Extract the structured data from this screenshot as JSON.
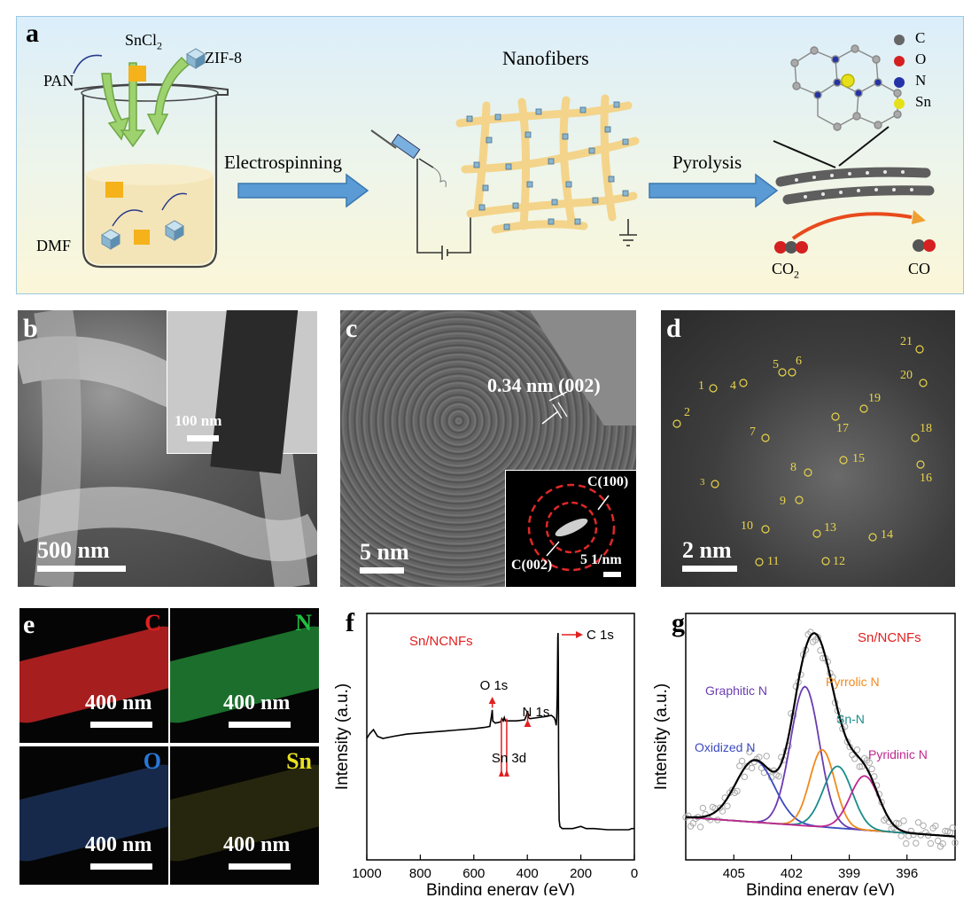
{
  "panel_a": {
    "letter": "a",
    "reagents": {
      "sncl2": "SnCl",
      "sncl2_sub": "2",
      "pan": "PAN",
      "zif8": "ZIF-8",
      "dmf": "DMF"
    },
    "arrow1_label": "Electrospinning",
    "nanofibers_label": "Nanofibers",
    "arrow2_label": "Pyrolysis",
    "legend": [
      {
        "symbol": "C",
        "color": "#6b6b6b"
      },
      {
        "symbol": "O",
        "color": "#d42020"
      },
      {
        "symbol": "N",
        "color": "#2433a8"
      },
      {
        "symbol": "Sn",
        "color": "#e6e01a"
      }
    ],
    "co2_label": "CO",
    "co2_sub": "2",
    "co_label": "CO"
  },
  "panel_b": {
    "letter": "b",
    "scale_main": "500 nm",
    "scale_inset": "100 nm"
  },
  "panel_c": {
    "letter": "c",
    "lattice_label": "0.34 nm (002)",
    "scale_main": "5 nm",
    "saed_c100": "C(100)",
    "saed_c002": "C(002)",
    "saed_scale": "5 1/nm"
  },
  "panel_d": {
    "letter": "d",
    "scale": "2 nm",
    "site_labels": [
      "1",
      "2",
      "3",
      "4",
      "5",
      "6",
      "7",
      "8",
      "9",
      "10",
      "11",
      "12",
      "13",
      "14",
      "15",
      "16",
      "17",
      "18",
      "19",
      "20",
      "21"
    ]
  },
  "panel_e": {
    "letter": "e",
    "maps": [
      {
        "element": "C",
        "color": "#e02020",
        "scale": "400 nm"
      },
      {
        "element": "N",
        "color": "#20c040",
        "scale": "400 nm"
      },
      {
        "element": "O",
        "color": "#2878d8",
        "scale": "400 nm"
      },
      {
        "element": "Sn",
        "color": "#e8e020",
        "scale": "400 nm"
      }
    ]
  },
  "chart_data": [
    {
      "type": "line",
      "panel": "f",
      "legend": "Sn/NCNFs",
      "xlabel": "Binding energy (eV)",
      "ylabel": "Intensity (a.u.)",
      "xlim": [
        1000,
        0
      ],
      "x_ticks": [
        "1000",
        "800",
        "600",
        "400",
        "200",
        "0"
      ],
      "peaks": [
        {
          "label": "C 1s",
          "x": 284.8
        },
        {
          "label": "O 1s",
          "x": 531
        },
        {
          "label": "Sn 3d",
          "x": 487
        },
        {
          "label": "N 1s",
          "x": 399
        }
      ],
      "series": [
        {
          "x": [
            1000,
            990,
            975,
            960,
            940,
            900,
            850,
            800,
            700,
            600,
            560,
            540,
            533,
            531,
            529,
            520,
            500,
            495,
            490,
            486,
            482,
            470,
            440,
            410,
            402,
            399,
            396,
            390,
            360,
            330,
            310,
            300,
            295,
            292,
            290,
            288,
            286,
            285,
            284,
            283,
            281,
            278,
            270,
            250,
            230,
            200,
            180,
            150,
            100,
            50,
            20,
            10,
            0
          ],
          "y": [
            0.52,
            0.54,
            0.56,
            0.53,
            0.52,
            0.53,
            0.54,
            0.545,
            0.555,
            0.565,
            0.57,
            0.575,
            0.63,
            0.65,
            0.6,
            0.59,
            0.595,
            0.61,
            0.6,
            0.615,
            0.6,
            0.6,
            0.6,
            0.605,
            0.63,
            0.645,
            0.615,
            0.61,
            0.615,
            0.62,
            0.625,
            0.615,
            0.6,
            0.58,
            0.62,
            0.72,
            0.98,
            1.0,
            0.85,
            0.4,
            0.15,
            0.12,
            0.11,
            0.11,
            0.11,
            0.12,
            0.11,
            0.11,
            0.105,
            0.105,
            0.105,
            0.11,
            0.11
          ]
        }
      ]
    },
    {
      "type": "line",
      "panel": "g",
      "legend": "Sn/NCNFs",
      "xlabel": "Binding energy (eV)",
      "ylabel": "Intensity (a.u.)",
      "xlim": [
        407.5,
        393.5
      ],
      "x_ticks": [
        "405",
        "402",
        "399",
        "396"
      ],
      "components": [
        {
          "label": "Oxidized N",
          "center": 403.9,
          "height": 0.32,
          "width": 1.0,
          "color": "#3a4bc0"
        },
        {
          "label": "Graphitic N",
          "center": 401.3,
          "height": 0.72,
          "width": 0.75,
          "color": "#6a3cb0"
        },
        {
          "label": "Pyrrolic N",
          "center": 400.4,
          "height": 0.4,
          "width": 0.65,
          "color": "#f08a1c"
        },
        {
          "label": "Sn-N",
          "center": 399.6,
          "height": 0.32,
          "width": 0.75,
          "color": "#1a8c8c"
        },
        {
          "label": "Pyridinic N",
          "center": 398.2,
          "height": 0.28,
          "width": 0.75,
          "color": "#c02890"
        }
      ],
      "baseline": {
        "start": 0.12,
        "end": 0.02
      }
    }
  ]
}
